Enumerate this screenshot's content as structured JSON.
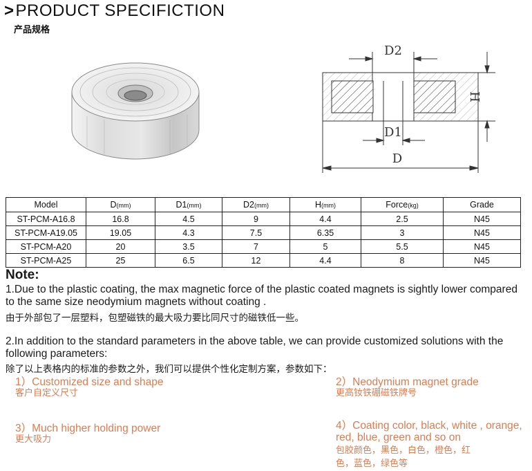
{
  "header": {
    "chevron": ">",
    "title": "PRODUCT SPECIFICTION",
    "subtitle_cn": "产品规格"
  },
  "drawing": {
    "label_d2": "D2",
    "label_d1": "D1",
    "label_d": "D",
    "label_h": "H"
  },
  "table": {
    "headers": [
      {
        "label": "Model",
        "unit": ""
      },
      {
        "label": "D",
        "unit": "(mm)"
      },
      {
        "label": "D1",
        "unit": "(mm)"
      },
      {
        "label": "D2",
        "unit": "(mm)"
      },
      {
        "label": "H",
        "unit": "(mm)"
      },
      {
        "label": "Force",
        "unit": "(kg)"
      },
      {
        "label": "Grade",
        "unit": ""
      }
    ],
    "rows": [
      [
        "ST-PCM-A16.8",
        "16.8",
        "4.5",
        "9",
        "4.4",
        "2.5",
        "N45"
      ],
      [
        "ST-PCM-A19.05",
        "19.05",
        "4.3",
        "7.5",
        "6.35",
        "3",
        "N45"
      ],
      [
        "ST-PCM-A20",
        "20",
        "3.5",
        "7",
        "5",
        "5.5",
        "N45"
      ],
      [
        "ST-PCM-A25",
        "25",
        "6.5",
        "12",
        "4.4",
        "8",
        "N45"
      ]
    ]
  },
  "notes": {
    "heading": "Note:",
    "note1_en": "1.Due to the plastic coating, the max magnetic force of the plastic coated magnets is sightly lower compared to the same size neodymium magnets without coating .",
    "note1_cn": "由于外部包了一层塑料，包塑磁铁的最大吸力要比同尺寸的磁铁低一些。",
    "note2_en": "2.In addition to the standard parameters in the above table, we can provide  customized solutions with the following parameters:",
    "note2_cn": "除了以上表格内的标准的参数之外，我们可以提供个性化定制方案，参数如下：",
    "options": [
      {
        "en": "1）Customized size and shape",
        "cn": "客户自定义尺寸"
      },
      {
        "en": "2）Neodymium magnet grade",
        "cn": "更高钕铁硼磁铁牌号"
      },
      {
        "en": "3）Much higher holding power",
        "cn": "更大吸力"
      },
      {
        "en": "4）Coating color, black, white , orange, red, blue, green and so on",
        "cn": "包胶颜色，黑色，白色，橙色，红色，蓝色，绿色等"
      }
    ]
  },
  "colors": {
    "accent": "#e07a4f",
    "text": "#1a1a1a"
  }
}
